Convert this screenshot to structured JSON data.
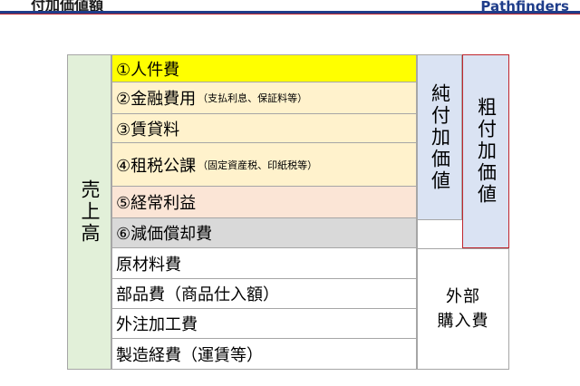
{
  "header": {
    "title": "付加価値額",
    "brand": "Pathfinders"
  },
  "diagram": {
    "sales_label": "売上高",
    "rows": [
      {
        "main": "①人件費",
        "sub": "",
        "color": "#ffff00"
      },
      {
        "main": "②金融費用",
        "sub": "（支払利息、保証料等）",
        "color": "#fff2cc"
      },
      {
        "main": "③賃貸料",
        "sub": "",
        "color": "#fff2cc"
      },
      {
        "main": "④租税公課",
        "sub": "（固定資産税、印紙税等）",
        "color": "#fff2cc"
      },
      {
        "main": "⑤経常利益",
        "sub": "",
        "color": "#fbe5d6"
      },
      {
        "main": "⑥減価償却費",
        "sub": "",
        "color": "#d9d9d9"
      },
      {
        "main": "原材料費",
        "sub": "",
        "color": "#ffffff"
      },
      {
        "main": "部品費（商品仕入額）",
        "sub": "",
        "color": "#ffffff"
      },
      {
        "main": "外注加工費",
        "sub": "",
        "color": "#ffffff"
      },
      {
        "main": "製造経費（運賃等）",
        "sub": "",
        "color": "#ffffff"
      }
    ],
    "net_value_label": "純付加価値",
    "gross_value_label": "粗付加価値",
    "outside_purchase_line1": "外部",
    "outside_purchase_line2": "購入費"
  }
}
